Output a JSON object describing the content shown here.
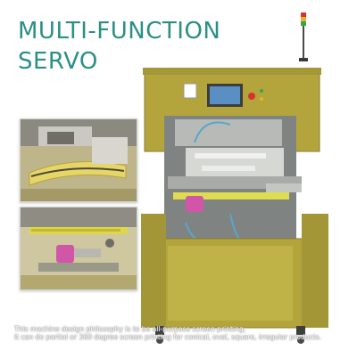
{
  "headline": {
    "line1": "MULTI-FUNCTION",
    "line2": "SERVO"
  },
  "caption": {
    "line1": "This machine design philosophy is to be all-purpose screen printing,",
    "line2": "it can do partial or 360 degree screen printing for conical, oval, square, irregular products."
  },
  "colors": {
    "headline": "#2b8f86",
    "machine_body": "#b3a53c",
    "machine_shadow": "#8f8330",
    "panel_blue": "#5a8fc4"
  },
  "icons": [
    "signal-tower-icon",
    "emergency-stop-icon"
  ]
}
